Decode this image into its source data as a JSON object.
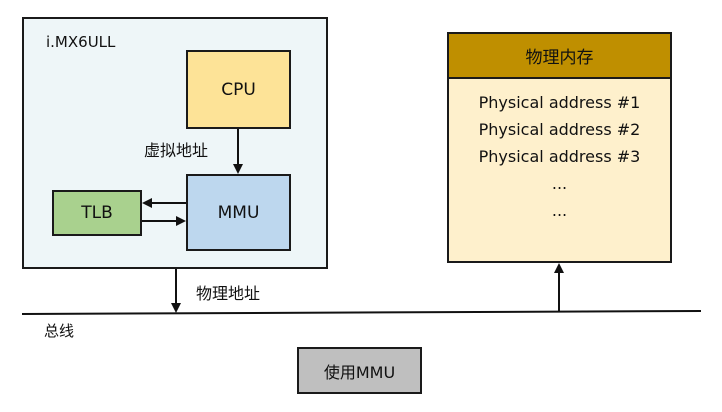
{
  "chip": {
    "label": "i.MX6ULL"
  },
  "cpu": {
    "label": "CPU"
  },
  "mmu": {
    "label": "MMU"
  },
  "tlb": {
    "label": "TLB"
  },
  "labels": {
    "virtual_address": "虚拟地址",
    "physical_address": "物理地址",
    "bus": "总线"
  },
  "memory": {
    "title": "物理内存",
    "entries": [
      "Physical address #1",
      "Physical address #2",
      "Physical address #3",
      "...",
      "..."
    ]
  },
  "toggle_button": {
    "label": "使用MMU"
  },
  "colors": {
    "chip_bg": "#eef6f8",
    "cpu_bg": "#fde397",
    "mmu_bg": "#bdd7ee",
    "tlb_bg": "#a9d18e",
    "memory_header_bg": "#bf8f00",
    "memory_body_bg": "#fef0cc",
    "button_bg": "#bfbfbf"
  }
}
